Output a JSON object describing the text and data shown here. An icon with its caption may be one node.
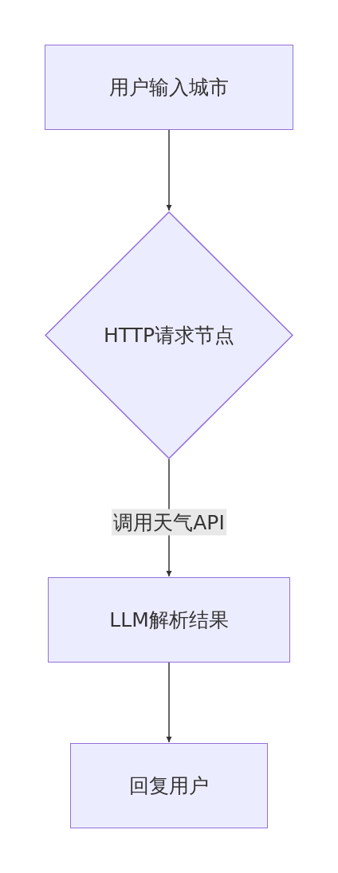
{
  "diagram": {
    "nodes": [
      {
        "text": [
          "用户输入城市"
        ]
      },
      {
        "text": [
          "HTTP请求节点"
        ]
      },
      {
        "text": [
          "LLM解析结果"
        ]
      },
      {
        "text": [
          "回复用户"
        ]
      }
    ],
    "edges": [
      {
        "from": 0,
        "to": 1,
        "arrow": "to"
      },
      {
        "from": 1,
        "to": 2,
        "arrow": "to",
        "label": "调用天气API"
      },
      {
        "from": 2,
        "to": 3,
        "arrow": "to"
      }
    ]
  }
}
